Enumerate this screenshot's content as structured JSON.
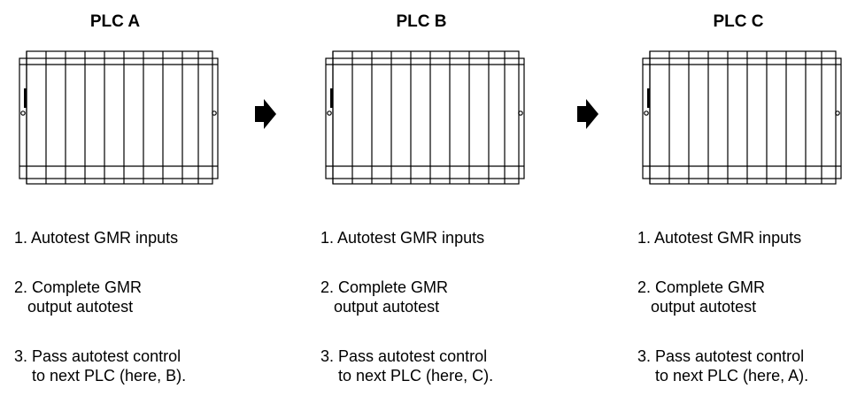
{
  "plcs": [
    {
      "title": "PLC A",
      "steps": [
        "1. Autotest GMR inputs",
        "2. Complete GMR\n   output autotest",
        "3. Pass autotest control\n    to next PLC (here, B)."
      ]
    },
    {
      "title": "PLC B",
      "steps": [
        "1. Autotest GMR inputs",
        "2. Complete GMR\n   output autotest",
        "3. Pass autotest control\n    to next PLC (here, C)."
      ]
    },
    {
      "title": "PLC C",
      "steps": [
        "1. Autotest GMR inputs",
        "2. Complete GMR\n   output autotest",
        "3. Pass autotest control\n    to next PLC (here, A)."
      ]
    }
  ],
  "arrows": [
    "right-arrow-icon",
    "right-arrow-icon"
  ]
}
